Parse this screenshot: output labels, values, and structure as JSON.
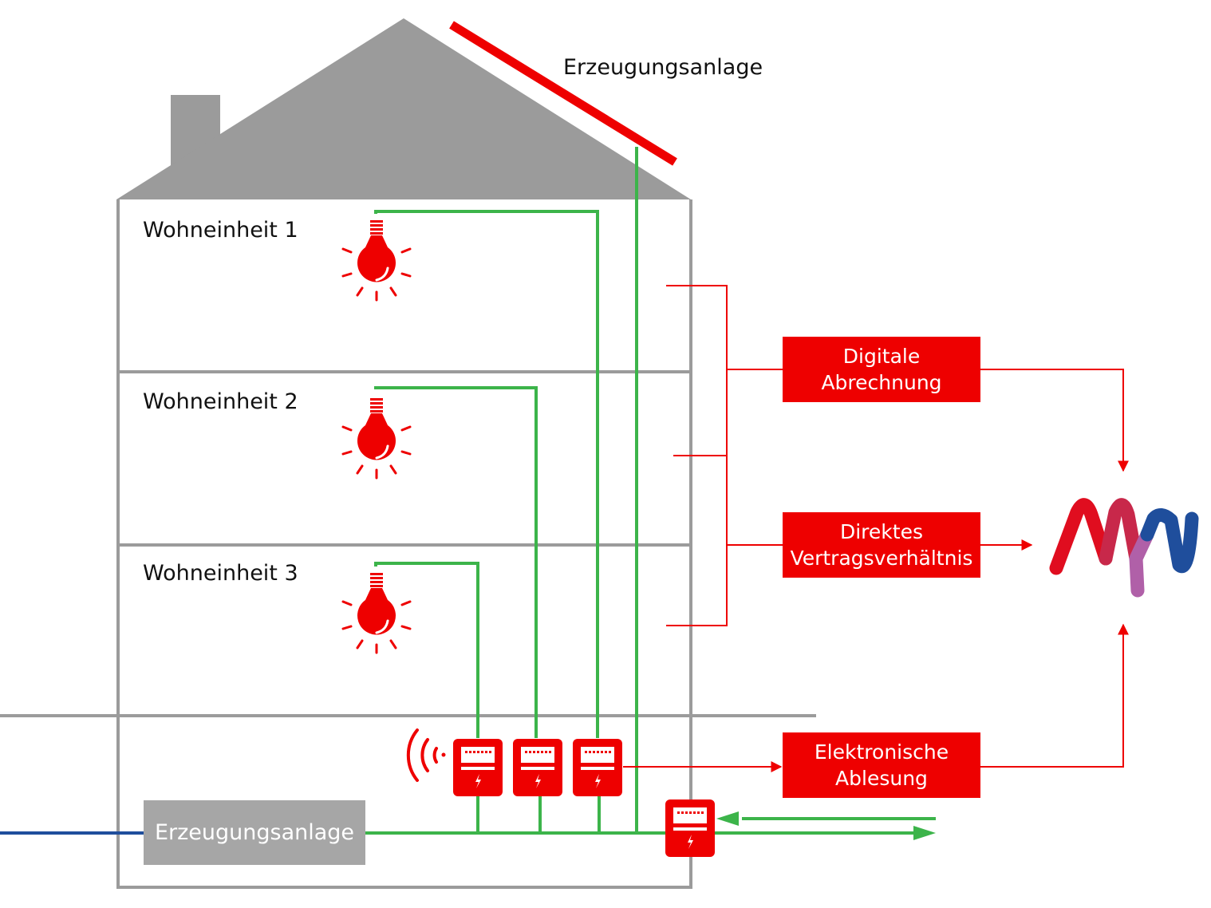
{
  "roof_label": "Erzeugungsanlage",
  "units": [
    {
      "label": "Wohneinheit 1"
    },
    {
      "label": "Wohneinheit 2"
    },
    {
      "label": "Wohneinheit 3"
    }
  ],
  "boxes": {
    "billing": {
      "line1": "Digitale",
      "line2": "Abrechnung"
    },
    "contract": {
      "line1": "Direktes",
      "line2": "Vertragsverhältnis"
    },
    "reading": {
      "line1": "Elektronische",
      "line2": "Ablesung"
    }
  },
  "generator_label": "Erzeugungsanlage",
  "icons": {
    "bulb": "lightbulb-icon",
    "meter": "electricity-meter-icon",
    "wireless": "wireless-signal-icon",
    "logo": "company-logo"
  },
  "colors": {
    "red": "#ee0000",
    "green": "#3cb44a",
    "gray": "#9b9b9b",
    "blue": "#1f4e9c",
    "logo_purple": "#b060a8"
  }
}
